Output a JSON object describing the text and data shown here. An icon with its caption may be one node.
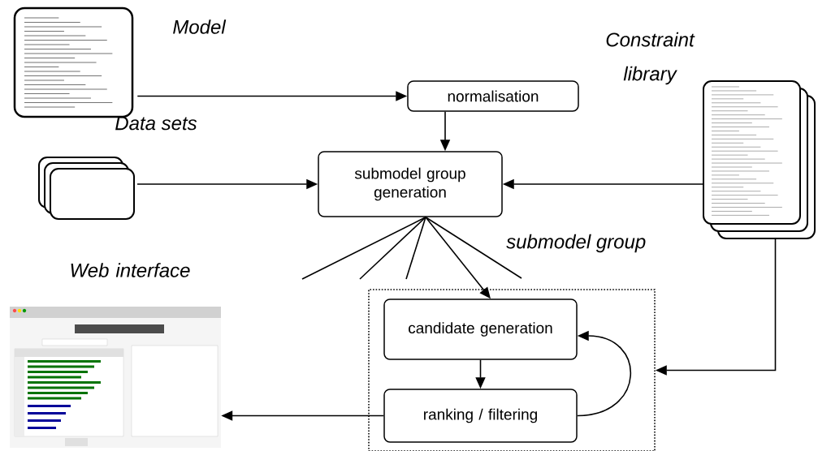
{
  "diagram": {
    "nodes": [
      {
        "text": [],
        "shape": "document",
        "beside": [
          "Model"
        ]
      },
      {
        "text": [],
        "shape": "stack"
      },
      {
        "text": [
          "normalisation"
        ]
      },
      {
        "text": [
          "submodel group generation"
        ]
      },
      {
        "text": [],
        "shape": "stack",
        "beside": [
          "Constraint library"
        ]
      },
      {
        "text": [
          "submodel group"
        ]
      },
      {
        "text": [
          "candidate generation"
        ],
        "in": 5
      },
      {
        "text": [
          "ranking / filtering"
        ],
        "in": 5
      },
      {
        "text": [],
        "shape": "picture",
        "beside": [
          "Web interface"
        ]
      }
    ],
    "edges": [
      {
        "from": 0,
        "to": 2,
        "arrow": "to"
      },
      {
        "from": 2,
        "to": 3,
        "arrow": "to"
      },
      {
        "from": 1,
        "to": 3,
        "arrow": "to"
      },
      {
        "from": 4,
        "to": 3,
        "arrow": "to"
      },
      {
        "from": 3,
        "to": null,
        "arrow": "none"
      },
      {
        "from": 3,
        "to": null,
        "arrow": "none"
      },
      {
        "from": 3,
        "to": null,
        "arrow": "none"
      },
      {
        "from": 3,
        "to": 6,
        "arrow": "to"
      },
      {
        "from": 3,
        "to": null,
        "arrow": "none"
      },
      {
        "from": 6,
        "to": 7,
        "arrow": "to"
      },
      {
        "from": 7,
        "to": 6,
        "arrow": "to"
      },
      {
        "from": 4,
        "to": 5,
        "arrow": "to"
      },
      {
        "from": 7,
        "to": 8,
        "arrow": "to"
      }
    ],
    "labels": [
      "Data sets"
    ]
  }
}
